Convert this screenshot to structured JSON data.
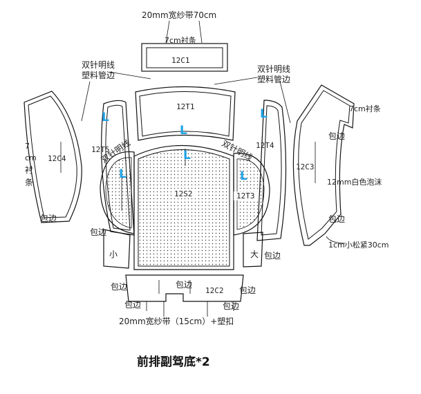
{
  "title": "前排副驾底*2",
  "accent_color": "#1fa3e8",
  "labels": {
    "top_strap": "20mm宽纱带70cm",
    "lining_7cm_top": "7cm衬条",
    "double_stitch_left": "双针明线",
    "plastic_edge_left": "塑料管边",
    "double_stitch_right": "双针明线",
    "plastic_edge_right": "塑料管边",
    "lining_7cm_right": "7cm衬条",
    "lining_7cm_left": [
      "7",
      "cm",
      "衬",
      "条"
    ],
    "white_foam": "12mm白色泡沫",
    "loose_elastic": "1cm小松紧30cm",
    "bottom_strap": "20mm宽纱带（15cm）+塑扣",
    "stitch_left": "双针明线",
    "stitch_right": "双针明线",
    "small": "小",
    "large": "大"
  },
  "wrap_edges": {
    "left_outer": "包边",
    "left_inner": "包边",
    "right_inner": "包边",
    "right_outer_top": "包边",
    "right_outer_mid": "包边",
    "bottom_left": "包边",
    "bottom_center": "包边",
    "bottom_right": "包边",
    "bottom_left_low": "包边",
    "bottom_right_low": "包边"
  },
  "parts": {
    "c1": "12C1",
    "t1": "12T1",
    "c4": "12C4",
    "t5": "12T5",
    "t4": "12T4",
    "c3": "12C3",
    "s2": "12S2",
    "t3": "12T3",
    "c2": "12C2"
  },
  "markers": {
    "l1": "L",
    "l2": "L",
    "l3": "L",
    "l4": "L",
    "l5": "L",
    "l6": "L"
  }
}
